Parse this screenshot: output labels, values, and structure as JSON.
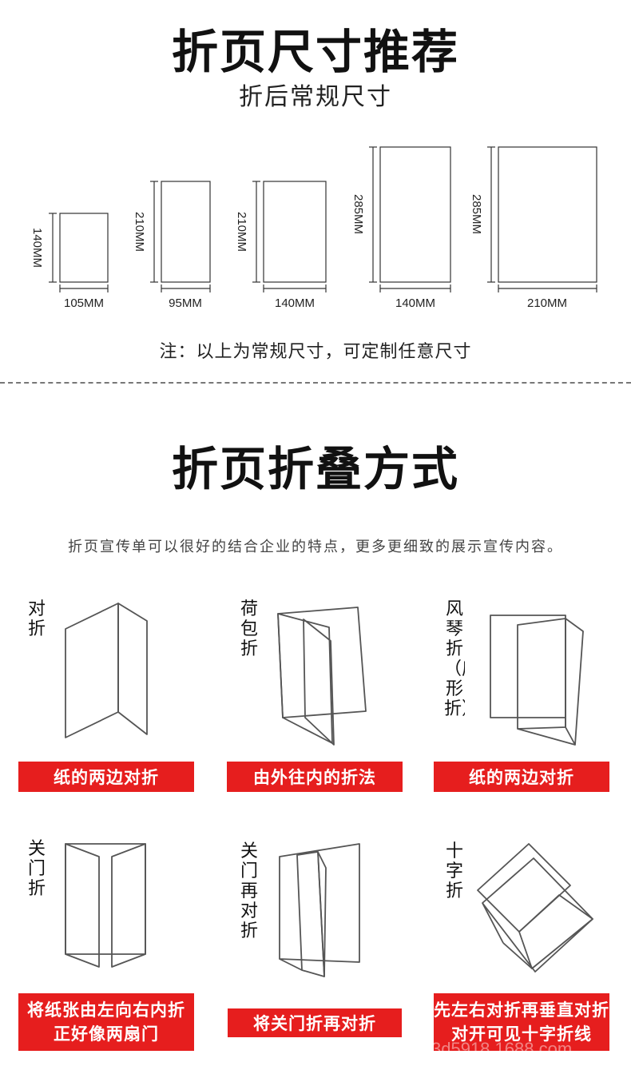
{
  "section1": {
    "title": "折页尺寸推荐",
    "subtitle": "折后常规尺寸",
    "sizes": [
      {
        "height": "140MM",
        "width": "105MM"
      },
      {
        "height": "210MM",
        "width": "95MM"
      },
      {
        "height": "210MM",
        "width": "140MM"
      },
      {
        "height": "285MM",
        "width": "140MM"
      },
      {
        "height": "285MM",
        "width": "210MM"
      }
    ],
    "note": "注：以上为常规尺寸，可定制任意尺寸"
  },
  "section2": {
    "title": "折页折叠方式",
    "description": "折页宣传单可以很好的结合企业的特点，更多更细致的展示宣传内容。",
    "folds": [
      {
        "name": "对折",
        "caption_lines": [
          "纸的两边对折"
        ]
      },
      {
        "name": "荷包折",
        "caption_lines": [
          "由外往内的折法"
        ]
      },
      {
        "name": "风琴折（扇形折）",
        "caption_lines": [
          "纸的两边对折"
        ]
      },
      {
        "name": "关门折",
        "caption_lines": [
          "将纸张由左向右内折",
          "正好像两扇门"
        ]
      },
      {
        "name": "关门再对折",
        "caption_lines": [
          "将关门折再对折"
        ]
      },
      {
        "name": "十字折",
        "caption_lines": [
          "先左右对折再垂直对折",
          "对开可见十字折线"
        ]
      }
    ]
  },
  "watermark": "3d5918.1688.com",
  "colors": {
    "banner": "#e61e1e",
    "line": "#555555"
  }
}
